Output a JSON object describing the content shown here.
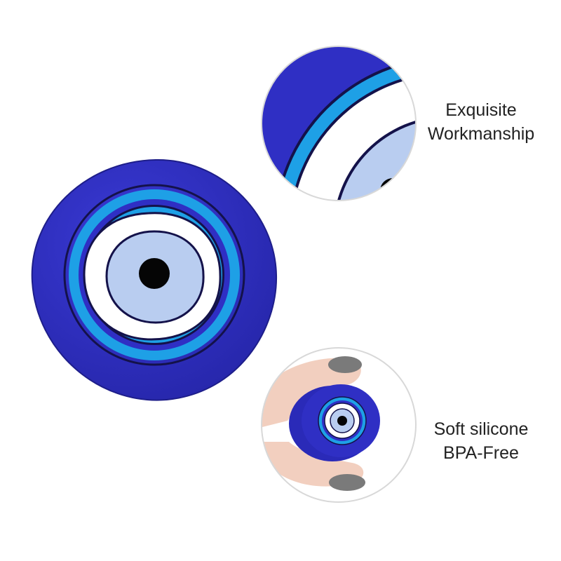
{
  "features": [
    {
      "line1": "Exquisite",
      "line2": "Workmanship"
    },
    {
      "line1": "Soft silicone",
      "line2": "BPA-Free"
    }
  ],
  "colors": {
    "bead_blue": "#2f2fc4",
    "ring_light_blue": "#1ea0e6",
    "white": "#ffffff",
    "iris": "#b9cdf0",
    "pupil": "#050505",
    "outline": "#14124a",
    "skin": "#f2cfbf",
    "nail": "#7a7a7a"
  }
}
